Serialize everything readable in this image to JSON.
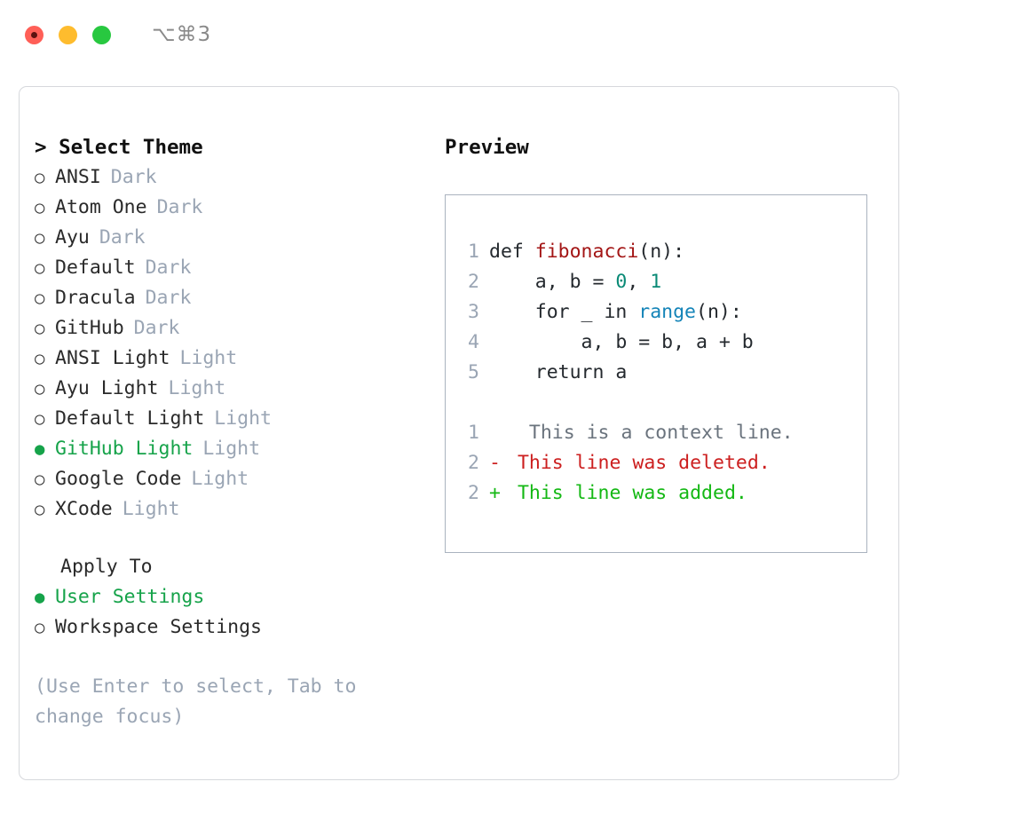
{
  "window": {
    "shortcut": "⌥⌘3",
    "traffic_lights": [
      {
        "name": "close",
        "color": "#ff5f57"
      },
      {
        "name": "minimize",
        "color": "#febc2e"
      },
      {
        "name": "maximize",
        "color": "#28c840"
      }
    ]
  },
  "theme_selector": {
    "header": "> Select Theme",
    "caret": ">",
    "header_label": "Select Theme",
    "marker_unselected": "○",
    "marker_selected": "●",
    "items": [
      {
        "name": "ANSI",
        "kind": "Dark",
        "selected": false
      },
      {
        "name": "Atom One",
        "kind": "Dark",
        "selected": false
      },
      {
        "name": "Ayu",
        "kind": "Dark",
        "selected": false
      },
      {
        "name": "Default",
        "kind": "Dark",
        "selected": false
      },
      {
        "name": "Dracula",
        "kind": "Dark",
        "selected": false
      },
      {
        "name": "GitHub",
        "kind": "Dark",
        "selected": false
      },
      {
        "name": "ANSI Light",
        "kind": "Light",
        "selected": false
      },
      {
        "name": "Ayu Light",
        "kind": "Light",
        "selected": false
      },
      {
        "name": "Default Light",
        "kind": "Light",
        "selected": false
      },
      {
        "name": "GitHub Light",
        "kind": "Light",
        "selected": true
      },
      {
        "name": "Google Code",
        "kind": "Light",
        "selected": false
      },
      {
        "name": "XCode",
        "kind": "Light",
        "selected": false
      }
    ],
    "selected_theme": "GitHub Light"
  },
  "apply_to": {
    "label": "Apply To",
    "options": [
      {
        "label": "User Settings",
        "selected": true
      },
      {
        "label": "Workspace Settings",
        "selected": false
      }
    ],
    "selected_option": "User Settings"
  },
  "hint": {
    "text": "(Use Enter to select, Tab to change focus)"
  },
  "preview": {
    "title": "Preview",
    "code_lines": [
      {
        "num": "1",
        "tokens": [
          {
            "t": "def ",
            "k": "plain"
          },
          {
            "t": "fibonacci",
            "k": "func"
          },
          {
            "t": "(n):",
            "k": "plain"
          }
        ]
      },
      {
        "num": "2",
        "tokens": [
          {
            "t": "    a, b = ",
            "k": "plain"
          },
          {
            "t": "0",
            "k": "num"
          },
          {
            "t": ", ",
            "k": "plain"
          },
          {
            "t": "1",
            "k": "num"
          }
        ]
      },
      {
        "num": "3",
        "tokens": [
          {
            "t": "    for _ in ",
            "k": "plain"
          },
          {
            "t": "range",
            "k": "call"
          },
          {
            "t": "(n):",
            "k": "plain"
          }
        ]
      },
      {
        "num": "4",
        "tokens": [
          {
            "t": "        a, b = b, a + b",
            "k": "plain"
          }
        ]
      },
      {
        "num": "5",
        "tokens": [
          {
            "t": "    return a",
            "k": "plain"
          }
        ]
      }
    ],
    "diff_lines": [
      {
        "num": "1",
        "sign": " ",
        "text": "  This is a context line.",
        "kind": "context"
      },
      {
        "num": "2",
        "sign": "-",
        "text": " This line was deleted.",
        "kind": "del"
      },
      {
        "num": "2",
        "sign": "+",
        "text": " This line was added.",
        "kind": "add"
      }
    ]
  },
  "colors": {
    "accent_green": "#16a34a",
    "muted": "#9aa5b4",
    "diff_add": "#14b814",
    "diff_del": "#cc1f1f",
    "syntax_func": "#a31515",
    "syntax_num": "#0a8a76",
    "syntax_call": "#1484b8",
    "panel_border": "#d6d8dc",
    "preview_border": "#aab3bf"
  }
}
